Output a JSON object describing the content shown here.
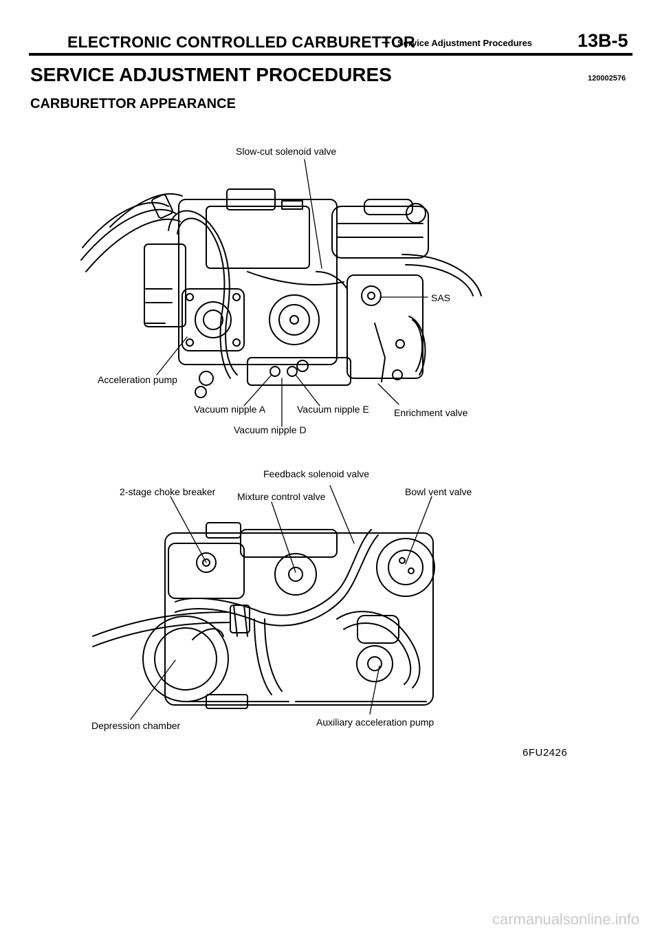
{
  "header": {
    "title": "ELECTRONIC CONTROLLED CARBURETTOR",
    "dash": "–",
    "subtitle": "Service Adjustment Procedures",
    "page": "13B-5"
  },
  "section": {
    "title": "SERVICE ADJUSTMENT PROCEDURES",
    "code": "120002576",
    "subtitle": "CARBURETTOR APPEARANCE"
  },
  "figure_top": {
    "labels": {
      "slow_cut": "Slow-cut solenoid valve",
      "sas": "SAS",
      "accel_pump": "Acceleration pump",
      "nipple_a": "Vacuum nipple A",
      "nipple_e": "Vacuum nipple E",
      "enrichment": "Enrichment valve",
      "nipple_d": "Vacuum nipple D"
    }
  },
  "figure_bottom": {
    "labels": {
      "feedback": "Feedback solenoid valve",
      "choke": "2-stage choke breaker",
      "mixture": "Mixture control valve",
      "bowl_vent": "Bowl vent valve",
      "depression": "Depression chamber",
      "aux_pump": "Auxiliary acceleration pump"
    }
  },
  "figure_code": "6FU2426",
  "footer": "carmanualsonline.info"
}
